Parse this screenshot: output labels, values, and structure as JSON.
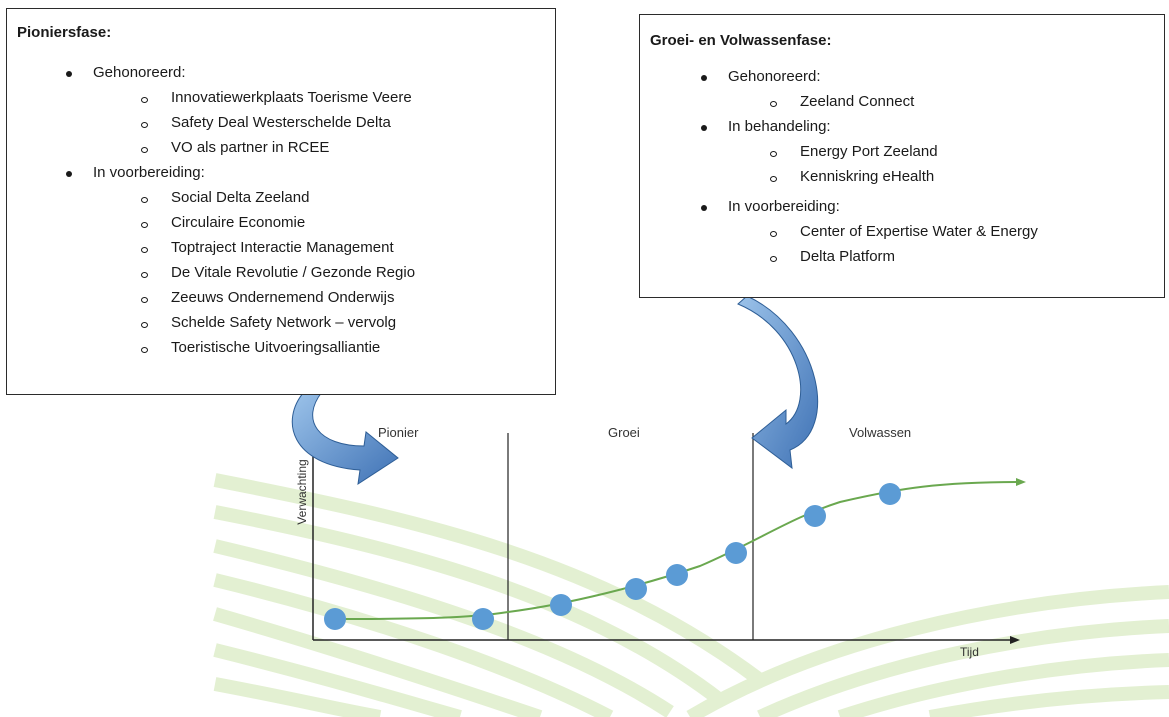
{
  "left_box": {
    "title": "Pioniersfase:",
    "groups": [
      {
        "label": "Gehonoreerd:",
        "items": [
          "Innovatiewerkplaats Toerisme Veere",
          "Safety Deal Westerschelde Delta",
          "VO als partner in RCEE"
        ]
      },
      {
        "label": "In voorbereiding:",
        "items": [
          "Social Delta Zeeland",
          "Circulaire Economie",
          "Toptraject Interactie Management",
          "De Vitale Revolutie / Gezonde Regio",
          "Zeeuws Ondernemend Onderwijs",
          "Schelde Safety Network – vervolg",
          "Toeristische Uitvoeringsalliantie"
        ]
      }
    ]
  },
  "right_box": {
    "title": "Groei- en Volwassenfase:",
    "groups": [
      {
        "label": "Gehonoreerd:",
        "items": [
          "Zeeland Connect"
        ]
      },
      {
        "label": "In behandeling:",
        "items": [
          "Energy Port Zeeland",
          "Kenniskring eHealth"
        ]
      },
      {
        "label": "In voorbereiding:",
        "items": [
          "Center of Expertise Water & Energy",
          "Delta Platform"
        ]
      }
    ]
  },
  "chart": {
    "phases": [
      "Pionier",
      "Groei",
      "Volwassen"
    ],
    "y_axis_label": "Verwachting",
    "x_axis_label": "Tijd"
  },
  "colors": {
    "arrow": "#4a7fc0",
    "points": "#5b9bd5",
    "curve": "#6aa84f",
    "stripes": "#e3f0d2"
  }
}
